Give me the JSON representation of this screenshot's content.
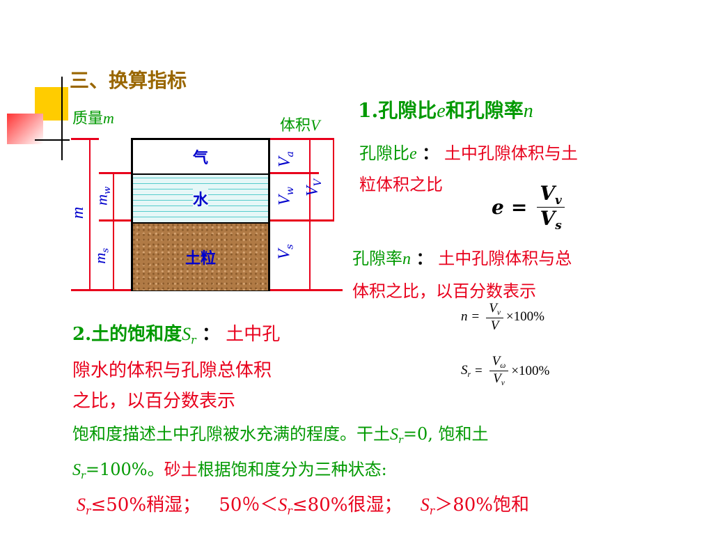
{
  "section_title": "三、换算指标",
  "diagram": {
    "mass_label": "质量",
    "mass_symbol": "m",
    "volume_label": "体积",
    "volume_symbol": "V",
    "phase_air": "气",
    "phase_water": "水",
    "phase_soil": "土粒",
    "m_total": "m",
    "m_w": "m",
    "m_w_sub": "w",
    "m_s": "m",
    "m_s_sub": "s",
    "v_a": "V",
    "v_a_sub": "a",
    "v_w": "V",
    "v_w_sub": "w",
    "v_v": "V",
    "v_v_sub": "V",
    "v_s": "V",
    "v_s_sub": "s"
  },
  "item1": {
    "number": "1.",
    "title_part1": "孔隙比",
    "title_e": "e",
    "title_part2": "和孔隙率",
    "title_n": "n"
  },
  "void_ratio": {
    "label": "孔隙比",
    "symbol": "e",
    "colon": "：",
    "def_line1": "土中孔隙体积与土",
    "def_line2": "粒体积之比",
    "formula_lhs": "e",
    "formula_eq": "=",
    "formula_num": "V",
    "formula_num_sub": "v",
    "formula_den": "V",
    "formula_den_sub": "s"
  },
  "porosity": {
    "label": "孔隙率",
    "symbol": "n",
    "colon": "：",
    "def_line1": "土中孔隙体积与总",
    "def_line2": "体积之比，以百分数表示",
    "formula_lhs": "n",
    "formula_eq": "=",
    "formula_num": "V",
    "formula_num_sub": "v",
    "formula_den": "V",
    "formula_times": "×100%"
  },
  "saturation": {
    "number": "2.",
    "title": "土的饱和度",
    "symbol": "S",
    "symbol_sub": "r",
    "colon": "：",
    "def_inline": "土中孔",
    "def_line2": "隙水的体积与孔隙总体积",
    "def_line3": "之比，以百分数表示",
    "formula_lhs": "S",
    "formula_lhs_sub": "r",
    "formula_eq": "=",
    "formula_num": "V",
    "formula_num_sub": "ω",
    "formula_den": "V",
    "formula_den_sub": "v",
    "formula_times": "×100%"
  },
  "description": {
    "line1_text": "饱和度描述土中孔隙被水充满的程度。干土",
    "line1_s": "S",
    "line1_r": "r",
    "line1_mid": "=0, 饱和土",
    "line2_s": "S",
    "line2_r": "r",
    "line2_green": "=100%。",
    "line2_red": "砂土",
    "line2_rest": "根据饱和度分为三种状态:"
  },
  "states": {
    "s1": "S",
    "r1": "r",
    "t1": "≤50%稍湿；",
    "t2": "50％＜",
    "s2": "S",
    "r2": "r",
    "t3": "≤80%很湿；",
    "s3": "S",
    "r3": "r",
    "t4": "＞80%饱和"
  },
  "colors": {
    "accent_yellow": "#ffcc00",
    "accent_red": "#ff3333",
    "title_gold": "#996600",
    "green": "#009900",
    "red": "#e8001c",
    "blue": "#0000cc",
    "soil_brown": "#b07a45",
    "water_cyan": "#e6f7f7"
  }
}
